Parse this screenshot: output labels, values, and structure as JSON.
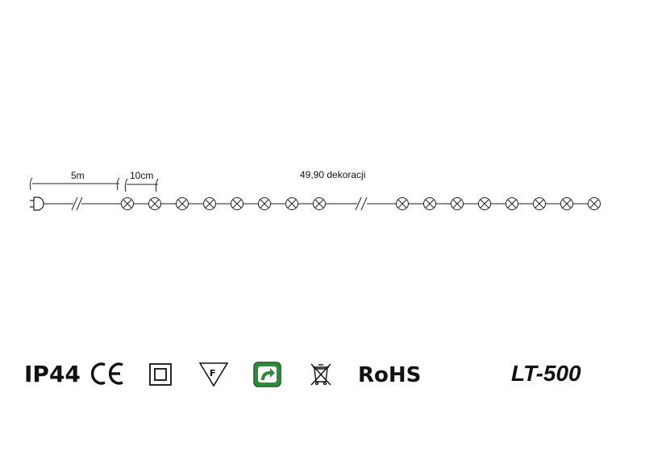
{
  "diagram": {
    "cable_length_label": "5m",
    "bulb_spacing_label": "10cm",
    "total_length_label": "49,90 dekoracji",
    "bulbs_before_break": 8,
    "bulbs_after_break": 8
  },
  "marks": {
    "ip_rating": "IP44",
    "ce": "CE",
    "class2_icon": "double-square-icon",
    "furniture_icon": "f-triangle-icon",
    "recycle_icon": "green-arrow-icon",
    "weee_icon": "crossed-bin-icon",
    "rohs": "RoHS",
    "model": "LT-500"
  },
  "colors": {
    "line": "#222222",
    "recycle_green": "#2e8b3a"
  }
}
